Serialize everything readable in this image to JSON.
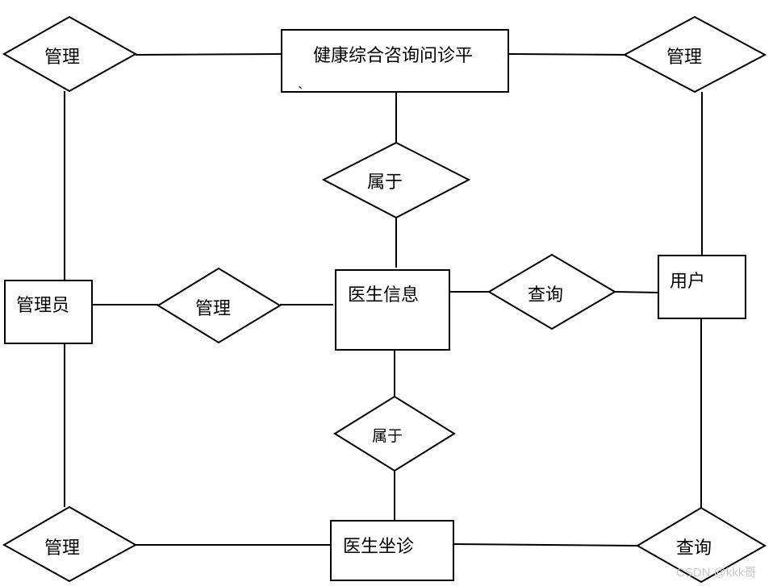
{
  "entities": {
    "platform": "健康综合咨询问诊平",
    "admin": "管理员",
    "doctor_info": "医生信息",
    "user": "用户",
    "doctor_visit": "医生坐诊"
  },
  "relations": {
    "manage_top_left": "管理",
    "manage_top_right": "管理",
    "belongs_top": "属于",
    "manage_middle": "管理",
    "query_middle": "查询",
    "belongs_bottom": "属于",
    "manage_bottom_left": "管理",
    "query_bottom_right": "查询"
  },
  "stray_mark": "ˏ",
  "watermark": "CSDN @kkk哥"
}
